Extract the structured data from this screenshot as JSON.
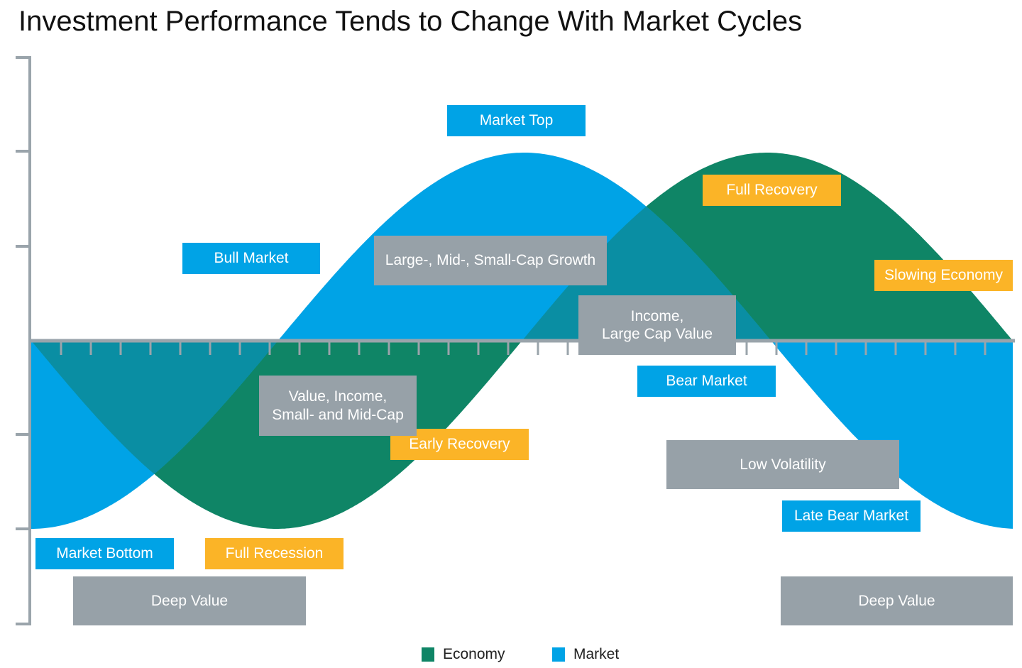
{
  "title": "Investment Performance Tends to Change With Market Cycles",
  "colors": {
    "economy": "#0f8566",
    "market": "#00a3e6",
    "overlap": "#0a8ea3",
    "economy_label": "#fbb427",
    "style_label": "#97a1a8",
    "axis": "#9aa4ab"
  },
  "legend": [
    {
      "key": "economy",
      "label": "Economy",
      "color": "#0f8566"
    },
    {
      "key": "market",
      "label": "Market",
      "color": "#00a3e6"
    }
  ],
  "labels": {
    "market_top": "Market Top",
    "bull_market": "Bull Market",
    "bear_market": "Bear Market",
    "late_bear_market": "Late Bear Market",
    "market_bottom": "Market Bottom",
    "full_recovery": "Full Recovery",
    "slowing_economy": "Slowing Economy",
    "early_recovery": "Early Recovery",
    "full_recession": "Full Recession",
    "growth": "Large-, Mid-, Small-Cap Growth",
    "income_value": "Income,\nLarge Cap Value",
    "value_income": "Value, Income,\nSmall- and Mid-Cap",
    "low_volatility": "Low Volatility",
    "deep_value_left": "Deep Value",
    "deep_value_right": "Deep Value"
  }
}
